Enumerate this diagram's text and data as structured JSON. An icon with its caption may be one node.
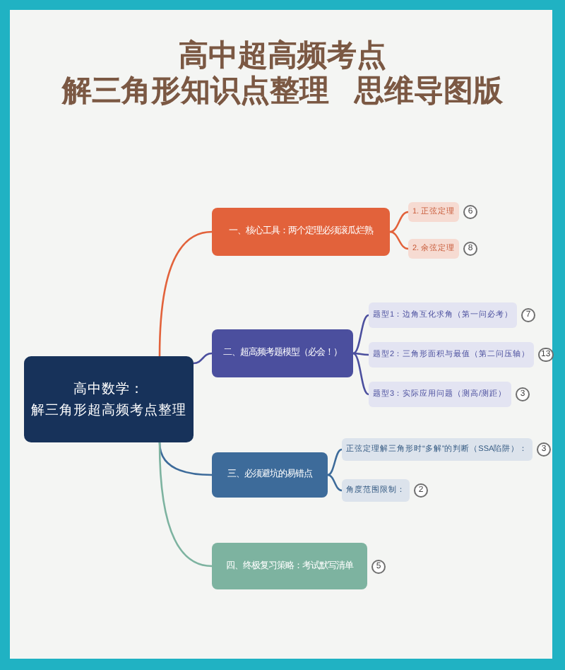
{
  "diagram": {
    "title": "高中超高频考点解三角形知识点整理 思维导图版",
    "nodes": [
      {
        "text": [
          "高中数学：解三角形超高频考点整理"
        ]
      },
      {
        "text": [
          "一、核心工具：两个定理必须滚瓜烂熟"
        ]
      },
      {
        "text": [
          "1. 正弦定理"
        ],
        "beside": [
          "6"
        ]
      },
      {
        "text": [
          "2. 余弦定理"
        ],
        "beside": [
          "8"
        ]
      },
      {
        "text": [
          "二、超高频考题模型（必会！）"
        ]
      },
      {
        "text": [
          "题型1：边角互化求角（第一问必考）"
        ],
        "beside": [
          "7"
        ]
      },
      {
        "text": [
          "题型2：三角形面积与最值（第二问压轴）"
        ],
        "beside": [
          "13"
        ]
      },
      {
        "text": [
          "题型3：实际应用问题（测高/测距）"
        ],
        "beside": [
          "3"
        ]
      },
      {
        "text": [
          "三、必须避坑的易错点"
        ]
      },
      {
        "text": [
          "正弦定理解三角形时“多解”的判断（SSA陷阱）："
        ],
        "beside": [
          "3"
        ]
      },
      {
        "text": [
          "角度范围限制："
        ],
        "beside": [
          "2"
        ]
      },
      {
        "text": [
          "四、终极复习策略：考试默写清单"
        ],
        "beside": [
          "5"
        ]
      }
    ],
    "edges": [
      {
        "from": 0,
        "to": 1,
        "arrow": "none",
        "color": "#e2623b"
      },
      {
        "from": 1,
        "to": 2,
        "arrow": "none",
        "color": "#e2623b"
      },
      {
        "from": 1,
        "to": 3,
        "arrow": "none",
        "color": "#e2623b"
      },
      {
        "from": 0,
        "to": 4,
        "arrow": "none",
        "color": "#4b4f9e"
      },
      {
        "from": 4,
        "to": 5,
        "arrow": "none",
        "color": "#4b4f9e"
      },
      {
        "from": 4,
        "to": 6,
        "arrow": "none",
        "color": "#4b4f9e"
      },
      {
        "from": 4,
        "to": 7,
        "arrow": "none",
        "color": "#4b4f9e"
      },
      {
        "from": 0,
        "to": 8,
        "arrow": "none",
        "color": "#3d6b9a"
      },
      {
        "from": 8,
        "to": 9,
        "arrow": "none",
        "color": "#3d6b9a"
      },
      {
        "from": 8,
        "to": 10,
        "arrow": "none",
        "color": "#3d6b9a"
      },
      {
        "from": 0,
        "to": 11,
        "arrow": "none",
        "color": "#7db3a0"
      }
    ]
  }
}
